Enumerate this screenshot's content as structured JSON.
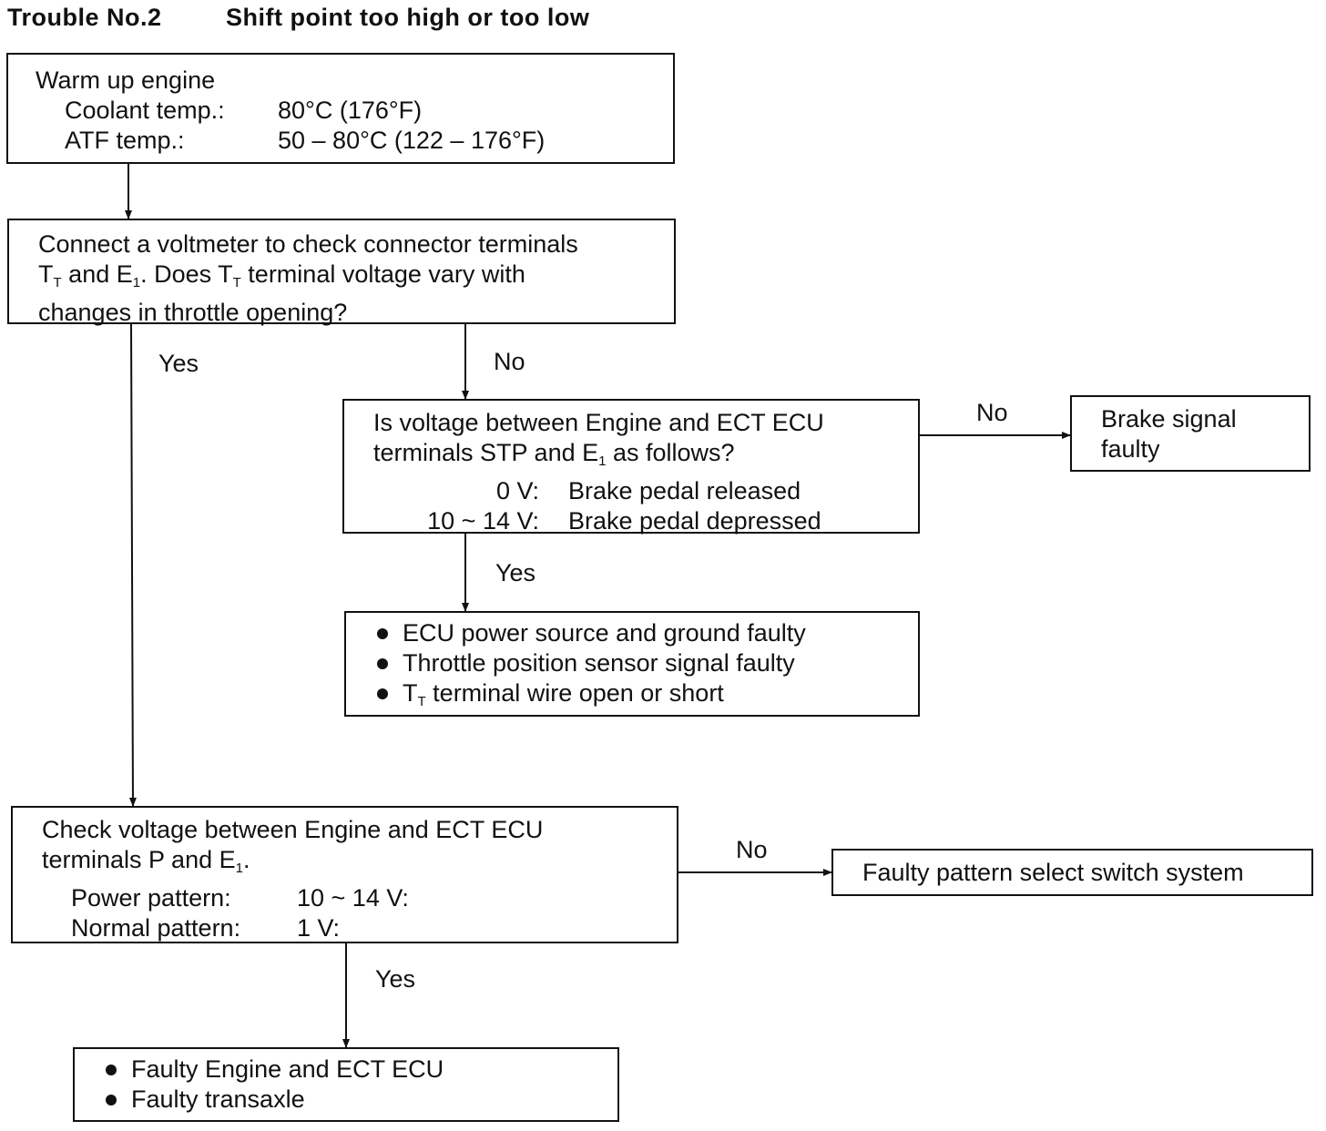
{
  "header": {
    "trouble_no": "Trouble No.2",
    "title": "Shift point too high or too low"
  },
  "box_warmup": {
    "line1": "Warm up engine",
    "coolant_label": "Coolant temp.:",
    "coolant_value": "80°C (176°F)",
    "atf_label": "ATF temp.:",
    "atf_value": "50 – 80°C (122 – 176°F)"
  },
  "box_voltmeter": {
    "line1": "Connect a voltmeter to check connector terminals",
    "line2_a": "T",
    "line2_sub1": "T",
    "line2_b": " and E",
    "line2_sub2": "1",
    "line2_c": ". Does T",
    "line2_sub3": "T",
    "line2_d": " terminal voltage vary with",
    "line3": "changes in throttle opening?"
  },
  "box_stp": {
    "line1": "Is voltage between Engine and ECT ECU",
    "line2_a": "terminals STP and E",
    "line2_sub": "1",
    "line2_b": " as follows?",
    "row1_value": "0 V:",
    "row1_desc": "Brake pedal released",
    "row2_value": "10 ~ 14 V:",
    "row2_desc": "Brake pedal depressed"
  },
  "box_brake": {
    "line1": "Brake signal",
    "line2": "faulty"
  },
  "box_ecu_faults": {
    "item1": "ECU power source and ground faulty",
    "item2": "Throttle position sensor signal faulty",
    "item3_a": "T",
    "item3_sub": "T",
    "item3_b": " terminal wire open or short"
  },
  "box_pattern": {
    "line1": "Check voltage between Engine and ECT ECU",
    "line2_a": "terminals P and E",
    "line2_sub": "1",
    "line2_b": ".",
    "power_label": "Power pattern:",
    "power_value": "10 ~ 14 V:",
    "normal_label": "Normal pattern:",
    "normal_value": "1 V:"
  },
  "box_pattern_switch": {
    "line1": "Faulty pattern select switch system"
  },
  "box_final": {
    "item1": "Faulty Engine and ECT ECU",
    "item2": "Faulty transaxle"
  },
  "labels": {
    "yes_main": "Yes",
    "no_main": "No",
    "no_brake": "No",
    "yes_stp": "Yes",
    "no_pattern": "No",
    "yes_pattern": "Yes"
  }
}
